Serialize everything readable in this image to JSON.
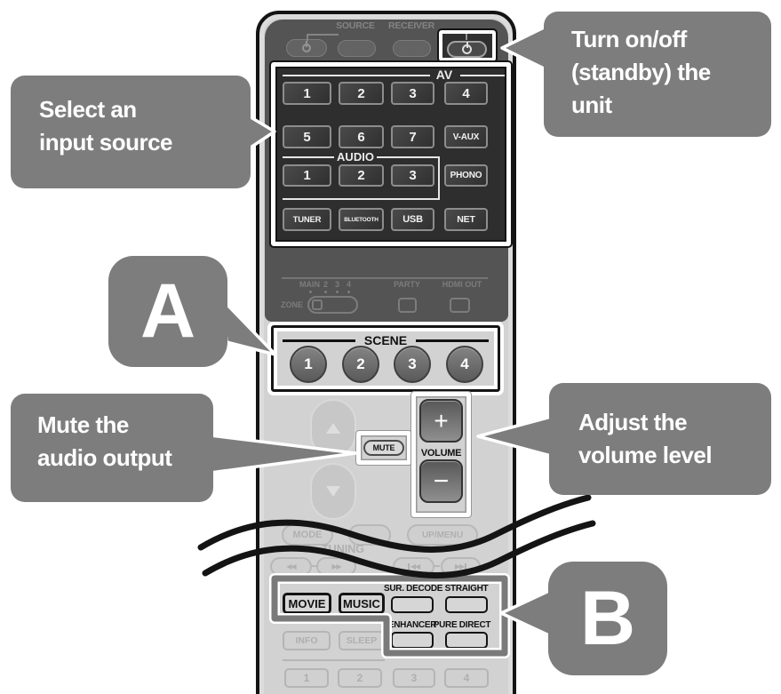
{
  "colors": {
    "callout_gray": "#7d7d7d",
    "remote_body": "#d2d2d2",
    "panel_dark": "#545454",
    "keypad_panel": "#2e2e2e",
    "highlight_white": "#ffffff",
    "soundmode_frame_gray": "#7a7a7a"
  },
  "callouts": {
    "power": {
      "lines": [
        "Turn on/off",
        "(standby) the",
        "unit"
      ]
    },
    "input": {
      "lines": [
        "Select an",
        "input source"
      ]
    },
    "mute": {
      "lines": [
        "Mute the",
        "audio output"
      ]
    },
    "volume": {
      "lines": [
        "Adjust the",
        "volume level"
      ]
    },
    "scene_badge": {
      "label": "A"
    },
    "soundmode_badge": {
      "label": "B"
    }
  },
  "remote": {
    "top": {
      "source_label": "SOURCE",
      "receiver_label": "RECEIVER"
    },
    "input": {
      "av_label": "AV",
      "av_row1": [
        "1",
        "2",
        "3",
        "4"
      ],
      "av_row2": [
        "5",
        "6",
        "7",
        "V-AUX"
      ],
      "audio_label": "AUDIO",
      "audio_row": [
        "1",
        "2",
        "3",
        "PHONO"
      ],
      "bottom_row": [
        "TUNER",
        "BLUETOOTH",
        "USB",
        "NET"
      ]
    },
    "zone": {
      "main_label": "MAIN",
      "zone_numbers": [
        "2",
        "3",
        "4"
      ],
      "zone_label": "ZONE",
      "party_label": "PARTY",
      "hdmi_label": "HDMI OUT"
    },
    "scene": {
      "label": "SCENE",
      "buttons": [
        "1",
        "2",
        "3",
        "4"
      ]
    },
    "volume": {
      "mute_label": "MUTE",
      "volume_label": "VOLUME",
      "plus": "+",
      "minus": "−"
    },
    "transport": {
      "mode_label": "MODE",
      "upmenu_label": "UP/MENU",
      "tuning_label": "TUNING",
      "rew": "◀◀",
      "ff": "▶▶",
      "skip_back": "◀◀",
      "skip_fwd": "▶▶"
    },
    "soundmode": {
      "movie": "MOVIE",
      "music": "MUSIC",
      "sur_decode": "SUR. DECODE",
      "straight": "STRAIGHT",
      "enhancer": "ENHANCER",
      "pure_direct": "PURE DIRECT"
    },
    "misc": {
      "info": "INFO",
      "sleep": "SLEEP",
      "numbers": [
        "1",
        "2",
        "3",
        "4"
      ]
    }
  }
}
